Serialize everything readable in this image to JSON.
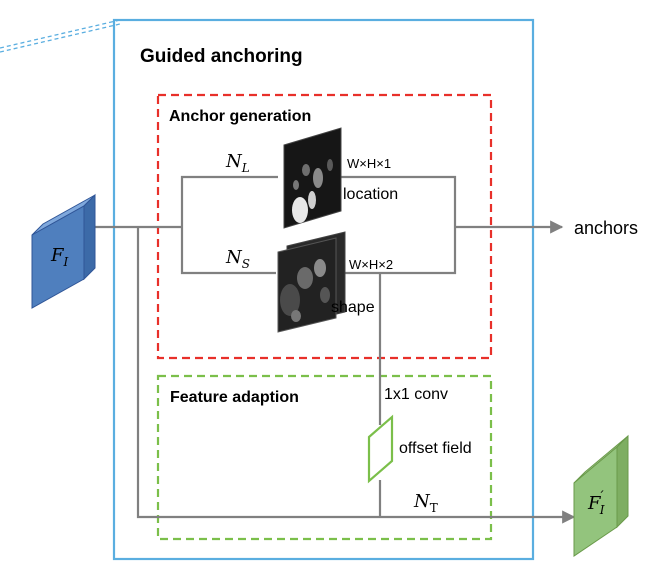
{
  "guided": {
    "title": "Guided anchoring"
  },
  "anchor_generation": {
    "title": "Anchor generation",
    "branch_location": {
      "label": "N",
      "sub": "L",
      "dims": "W×H×1",
      "caption": "location"
    },
    "branch_shape": {
      "label": "N",
      "sub": "S",
      "dims": "W×H×2",
      "caption": "shape"
    }
  },
  "feature_adaption": {
    "title": "Feature adaption",
    "conv": "1x1 conv",
    "offset": "offset field",
    "transform": {
      "label": "N",
      "sub": "T"
    }
  },
  "input": {
    "label": "F",
    "sub": "I"
  },
  "output": {
    "label": "F",
    "sub": "I",
    "prime": "′"
  },
  "anchors_label": "anchors",
  "colors": {
    "outer_box": "#5aaee0",
    "anchor_box": "#e8302a",
    "feature_box": "#7bbf4a",
    "input_fill": "#4f7fbe",
    "output_fill": "#93c47d",
    "line": "#808080"
  }
}
